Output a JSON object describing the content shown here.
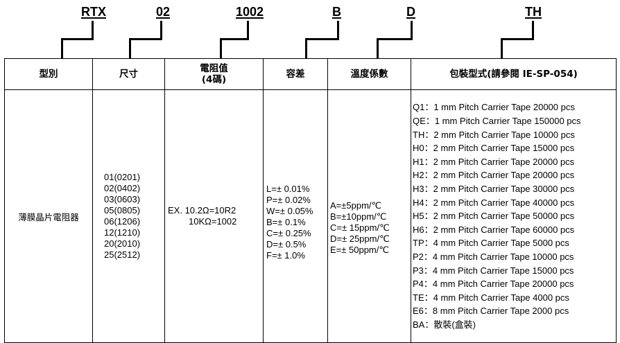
{
  "codes": {
    "series": "RTX",
    "size": "02",
    "resistance": "1002",
    "tolerance": "B",
    "tcr": "D",
    "packaging": "TH"
  },
  "headers": {
    "type": "型別",
    "size": "尺寸",
    "resistance_line1": "電阻值",
    "resistance_line2": "(4碼)",
    "tolerance": "容差",
    "tcr": "溫度係數",
    "packaging": "包裝型式(請參閱 IE-SP-054)"
  },
  "type_value": "薄膜晶片電阻器",
  "sizes": [
    "01(0201)",
    "02(0402)",
    "03(0603)",
    "05(0805)",
    "06(1206)",
    "12(1210)",
    "20(2010)",
    "25(2512)"
  ],
  "resistance_examples": [
    "EX. 10.2Ω=10R2",
    "10KΩ=1002"
  ],
  "tolerances": [
    "L=± 0.01%",
    "P=± 0.02%",
    "W=± 0.05%",
    "B=± 0.1%",
    "C=± 0.25%",
    "D=± 0.5%",
    "F=± 1.0%"
  ],
  "tcrs": [
    "A=±5ppm/℃",
    "B=±10ppm/℃",
    "C=± 15ppm/℃",
    "D=± 25ppm/℃",
    "E=± 50ppm/℃"
  ],
  "packaging": [
    "Q1：1 mm Pitch Carrier Tape 20000 pcs",
    "QE：1 mm Pitch Carrier Tape 150000 pcs",
    "TH：2 mm Pitch Carrier Tape 10000 pcs",
    "H0：2 mm Pitch Carrier Tape 15000 pcs",
    "H1：2 mm Pitch Carrier Tape 20000 pcs",
    "H2：2 mm Pitch Carrier Tape 20000 pcs",
    "H3：2 mm Pitch Carrier Tape 30000 pcs",
    "H4：2 mm Pitch Carrier Tape 40000 pcs",
    "H5：2 mm Pitch Carrier Tape 50000 pcs",
    "H6：2 mm Pitch Carrier Tape 60000 pcs",
    "TP：4 mm Pitch Carrier Tape 5000 pcs",
    "P2：4 mm Pitch Carrier Tape 10000 pcs",
    "P3：4 mm Pitch Carrier Tape 15000 pcs",
    "P4：4 mm Pitch Carrier Tape 20000 pcs",
    "TE：4 mm Pitch Carrier Tape 4000 pcs",
    "E6：8 mm Pitch Carrier Tape 2000 pcs",
    "BA：散裝(盒裝)"
  ]
}
